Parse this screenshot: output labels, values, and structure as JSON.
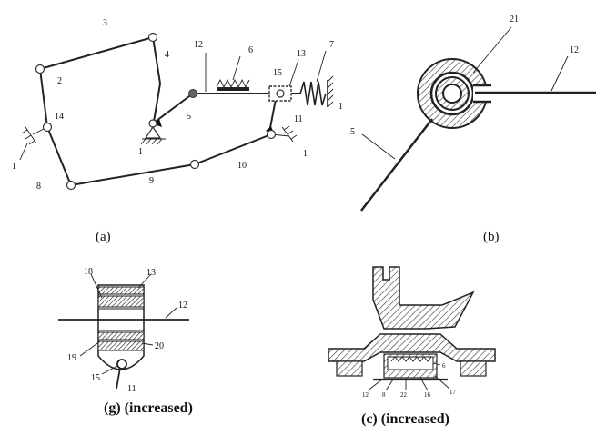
{
  "panels": {
    "a": {
      "label": "(a)",
      "numbers": [
        "1",
        "1",
        "1",
        "1",
        "2",
        "3",
        "4",
        "5",
        "6",
        "7",
        "8",
        "9",
        "10",
        "11",
        "12",
        "13",
        "14",
        "15"
      ]
    },
    "b": {
      "label": "(b)",
      "numbers": [
        "21",
        "12",
        "5"
      ]
    },
    "g": {
      "caption": "(g) (increased)",
      "numbers": [
        "18",
        "13",
        "12",
        "19",
        "20",
        "15",
        "11"
      ]
    },
    "c": {
      "caption": "(c)  (increased)",
      "numbers": [
        "12",
        "8",
        "22",
        "16",
        "17",
        "6"
      ]
    }
  },
  "colors": {
    "line": "#222222",
    "hatch": "#444444",
    "background": "#ffffff"
  }
}
